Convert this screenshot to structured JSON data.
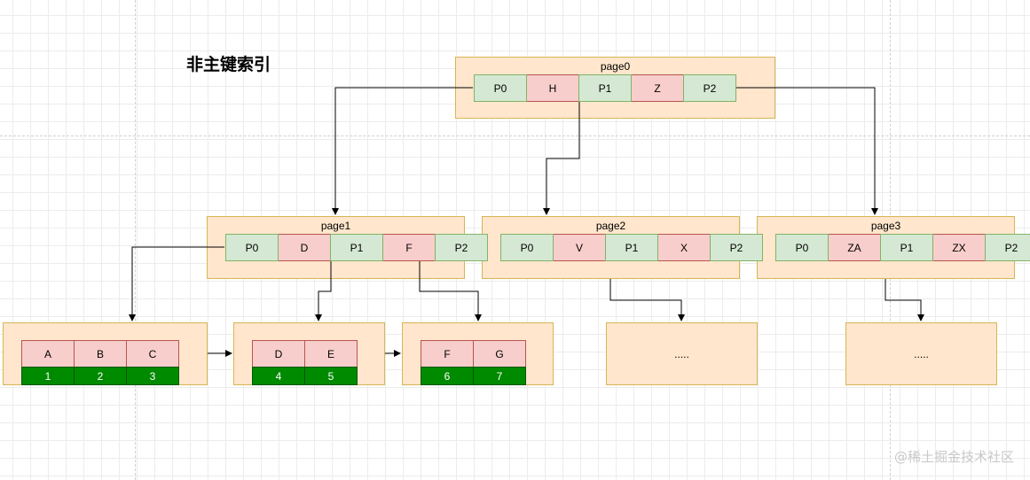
{
  "title": "非主键索引",
  "pages": {
    "page0": {
      "label": "page0",
      "cells": [
        "P0",
        "H",
        "P1",
        "Z",
        "P2"
      ]
    },
    "page1": {
      "label": "page1",
      "cells": [
        "P0",
        "D",
        "P1",
        "F",
        "P2"
      ]
    },
    "page2": {
      "label": "page2",
      "cells": [
        "P0",
        "V",
        "P1",
        "X",
        "P2"
      ]
    },
    "page3": {
      "label": "page3",
      "cells": [
        "P0",
        "ZA",
        "P1",
        "ZX",
        "P2"
      ]
    }
  },
  "leaves": [
    {
      "keys": [
        "A",
        "B",
        "C"
      ],
      "ids": [
        "1",
        "2",
        "3"
      ]
    },
    {
      "keys": [
        "D",
        "E"
      ],
      "ids": [
        "4",
        "5"
      ]
    },
    {
      "keys": [
        "F",
        "G"
      ],
      "ids": [
        "6",
        "7"
      ]
    }
  ],
  "placeholders": [
    ".....",
    "....."
  ],
  "watermark": "@稀土掘金技术社区",
  "colors": {
    "page_fill": "#ffe6cc",
    "page_border": "#d6b656",
    "pointer_fill": "#d5e8d4",
    "key_fill": "#f8cecc",
    "row_id_fill": "#008a00"
  }
}
